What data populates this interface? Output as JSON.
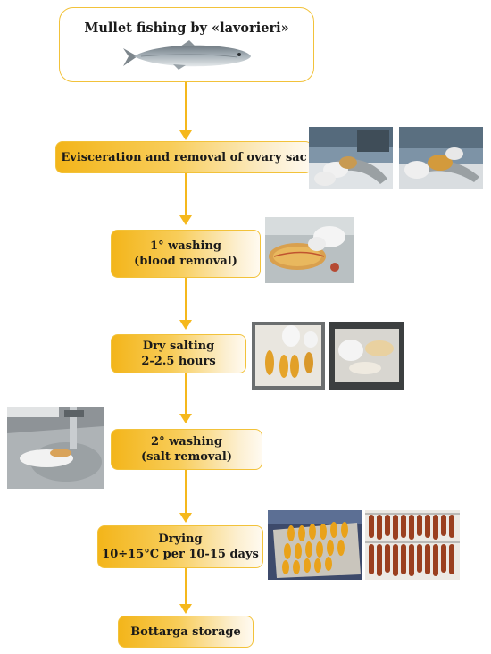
{
  "steps": [
    {
      "id": "fishing",
      "label_line1": "Mullet fishing by «lavorieri»"
    },
    {
      "id": "evisceration",
      "label_line1": "Evisceration and removal of ovary sac"
    },
    {
      "id": "washing1",
      "label_line1": "1° washing",
      "label_line2": "(blood removal)"
    },
    {
      "id": "salting",
      "label_line1": "Dry salting",
      "label_line2": "2-2.5 hours"
    },
    {
      "id": "washing2",
      "label_line1": "2° washing",
      "label_line2": "(salt removal)"
    },
    {
      "id": "drying",
      "label_line1": "Drying",
      "label_line2": "10÷15°C per 10-15 days"
    },
    {
      "id": "storage",
      "label_line1": "Bottarga storage"
    }
  ],
  "colors": {
    "arrow": "#f5b81c",
    "box_border": "#f2c23a",
    "box_fill_start": "#f3b51a",
    "box_fill_end": "#fffaf0"
  },
  "photos": [
    "fish-illustration",
    "evisceration-photo-1",
    "evisceration-photo-2",
    "roe-blood-washing-photo",
    "dry-salting-photo-1",
    "dry-salting-photo-2",
    "salt-washing-photo",
    "drying-photo-1",
    "drying-photo-2"
  ]
}
